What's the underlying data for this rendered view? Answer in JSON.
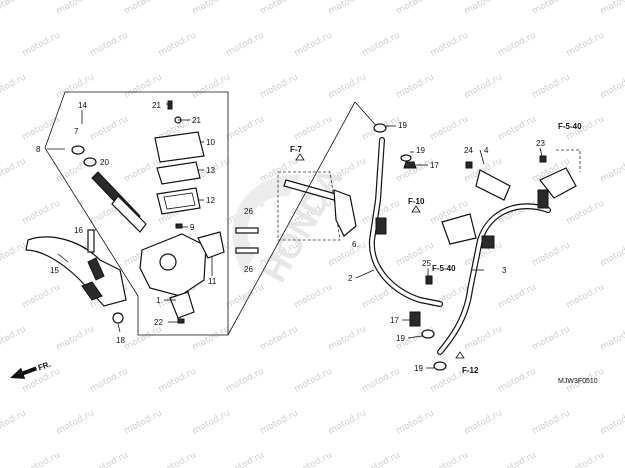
{
  "watermark": {
    "text": "motod.ru"
  },
  "logo": {
    "text": "HONDA"
  },
  "diagram_code": "MJW3F0510",
  "front_arrow": {
    "label": "FR."
  },
  "callouts": {
    "c1": "1",
    "c2": "2",
    "c3": "3",
    "c4": "4",
    "c6": "6",
    "c7": "7",
    "c8": "8",
    "c9": "9",
    "c10": "10",
    "c11": "11",
    "c12": "12",
    "c13": "13",
    "c14": "14",
    "c15": "15",
    "c16": "16",
    "c17a": "17",
    "c17b": "17",
    "c18": "18",
    "c19a": "19",
    "c19b": "19",
    "c19c": "19",
    "c19d": "19",
    "c20": "20",
    "c21a": "21",
    "c21b": "21",
    "c22": "22",
    "c23": "23",
    "c24": "24",
    "c25": "25",
    "c26a": "26",
    "c26b": "26"
  },
  "refs": {
    "f7": "F-7",
    "f10": "F-10",
    "f540a": "F-5-40",
    "f540b": "F-5-40",
    "f12": "F-12"
  },
  "colors": {
    "ink": "#111111",
    "watermark": "#cfcfcf",
    "logo": "#e6e6e6"
  }
}
